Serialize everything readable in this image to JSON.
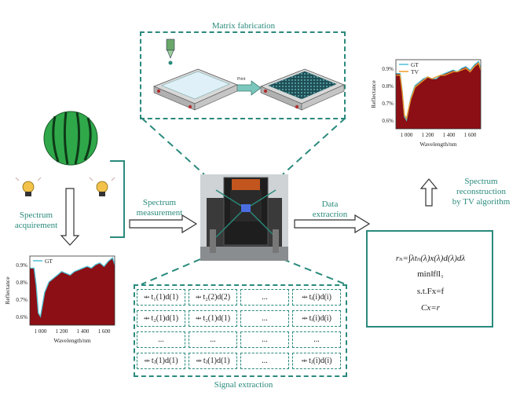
{
  "colors": {
    "teal": "#2a8a7c",
    "dark_red": "#8b0f14",
    "cyan_line": "#4fc1d6",
    "orange_line": "#f09a2a"
  },
  "labels": {
    "matrix_fabrication": "Matrix fabrication",
    "spectrum_acquirement": "Spectrum\nacquirement",
    "spectrum_measurement": "Spectrum\nmeasurement",
    "data_extraction": "Data\nextracrion",
    "spectrum_reconstruction": "Spectrum\nreconstruction\nby TV algorithm",
    "signal_extraction": "Signal extraction",
    "print_arrow": "Print"
  },
  "equations": {
    "eq1": "rₙ=∫λtₙ(λ)x(λ)d(λ)dλ",
    "eq2": "min‖f‖l₁",
    "eq3": "s.t.Fx=f",
    "eq4": "Cx=r"
  },
  "matrix_table": {
    "rows": [
      [
        "t₁(1)d(1)",
        "t₂(2)d(2)",
        "...",
        "tᵢ(i)d(i)"
      ],
      [
        "t₂(1)d(1)",
        "t₂(1)d(1)",
        "...",
        "tᵢ(i)d(i)"
      ],
      [
        "...",
        "...",
        "...",
        "..."
      ],
      [
        "tⱼ(1)d(1)",
        "tⱼ(1)d(1)",
        "...",
        "tⱼ(i)d(i)"
      ]
    ]
  },
  "chart_data": [
    {
      "type": "area",
      "xlabel": "Wavelength/nm",
      "ylabel": "Reflectance",
      "x_ticks": [
        "1 000",
        "1 200",
        "1 400",
        "1 600"
      ],
      "y_ticks": [
        "0.9%",
        "0.8%",
        "0.7%",
        "0.6%"
      ],
      "xlim": [
        900,
        1700
      ],
      "ylim": [
        0.55,
        0.95
      ],
      "legend": "top-left",
      "series": [
        {
          "name": "GT",
          "x": [
            900,
            940,
            960,
            980,
            1000,
            1040,
            1080,
            1120,
            1160,
            1200,
            1240,
            1280,
            1320,
            1360,
            1400,
            1440,
            1480,
            1520,
            1560,
            1600,
            1640,
            1680,
            1700
          ],
          "values": [
            0.88,
            0.88,
            0.78,
            0.62,
            0.6,
            0.74,
            0.8,
            0.82,
            0.84,
            0.86,
            0.85,
            0.84,
            0.86,
            0.87,
            0.88,
            0.89,
            0.88,
            0.9,
            0.91,
            0.89,
            0.92,
            0.94,
            0.9
          ]
        }
      ]
    },
    {
      "type": "area",
      "xlabel": "Wavelength/nm",
      "ylabel": "Reflectance",
      "x_ticks": [
        "1 000",
        "1 200",
        "1 400",
        "1 600"
      ],
      "y_ticks": [
        "0.9%",
        "0.8%",
        "0.7%",
        "0.6%"
      ],
      "xlim": [
        900,
        1700
      ],
      "ylim": [
        0.55,
        0.95
      ],
      "legend": "top-left",
      "series": [
        {
          "name": "GT",
          "x": [
            900,
            940,
            960,
            980,
            1000,
            1040,
            1080,
            1120,
            1160,
            1200,
            1240,
            1280,
            1320,
            1360,
            1400,
            1440,
            1480,
            1520,
            1560,
            1600,
            1640,
            1680,
            1700
          ],
          "values": [
            0.87,
            0.87,
            0.77,
            0.62,
            0.6,
            0.73,
            0.8,
            0.82,
            0.84,
            0.85,
            0.84,
            0.84,
            0.86,
            0.87,
            0.88,
            0.89,
            0.88,
            0.9,
            0.91,
            0.89,
            0.92,
            0.94,
            0.9
          ]
        },
        {
          "name": "TV",
          "x": [
            900,
            940,
            960,
            980,
            1000,
            1040,
            1080,
            1120,
            1160,
            1200,
            1240,
            1280,
            1320,
            1360,
            1400,
            1440,
            1480,
            1520,
            1560,
            1600,
            1640,
            1680,
            1700
          ],
          "values": [
            0.86,
            0.86,
            0.76,
            0.63,
            0.61,
            0.72,
            0.79,
            0.81,
            0.83,
            0.85,
            0.84,
            0.85,
            0.86,
            0.86,
            0.87,
            0.88,
            0.88,
            0.89,
            0.9,
            0.88,
            0.91,
            0.93,
            0.89
          ]
        }
      ]
    }
  ]
}
